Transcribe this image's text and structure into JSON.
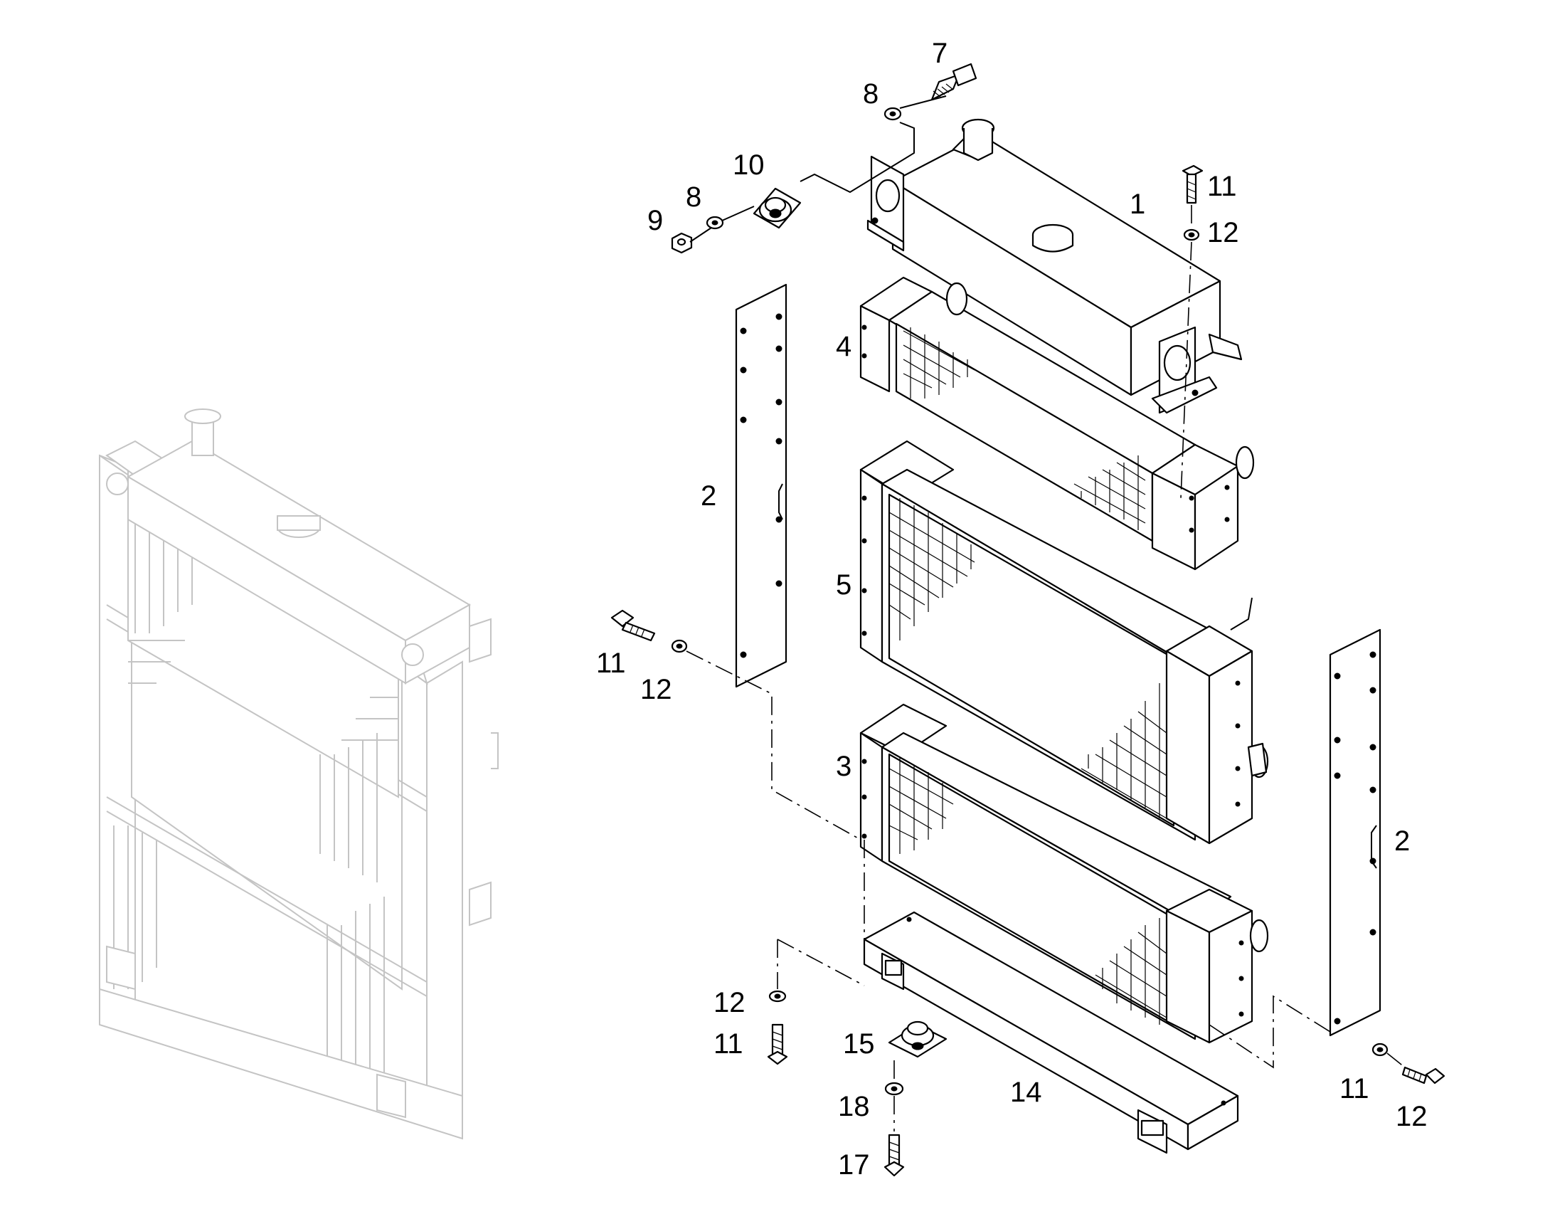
{
  "callouts": {
    "c1": "1",
    "c2a": "2",
    "c2b": "2",
    "c3": "3",
    "c4": "4",
    "c5": "5",
    "c7": "7",
    "c8a": "8",
    "c8b": "8",
    "c9": "9",
    "c10": "10",
    "c11a": "11",
    "c11b": "11",
    "c11c": "11",
    "c11d": "11",
    "c12a": "12",
    "c12b": "12",
    "c12c": "12",
    "c12d": "12",
    "c14": "14",
    "c15": "15",
    "c17": "17",
    "c18": "18"
  },
  "colors": {
    "line": "#000000",
    "ghost": "#c4c4c4",
    "background": "#ffffff"
  }
}
